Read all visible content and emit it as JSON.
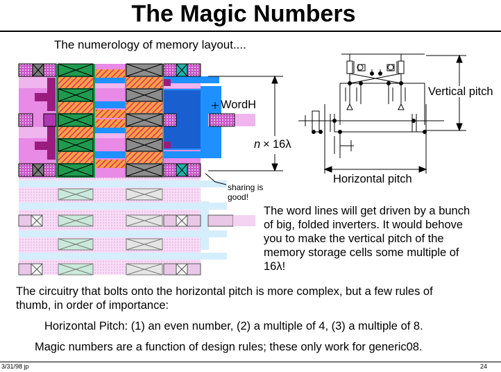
{
  "slide": {
    "title": "The Magic Numbers",
    "subtitle": "The numerology of memory layout....",
    "labels": {
      "word_h": "WordH",
      "n_times": "n",
      "times_sign": "×",
      "sixteen_lambda": "16λ",
      "vertical_pitch": "Vertical pitch",
      "horizontal_pitch": "Horizontal pitch",
      "sharing_1": "sharing is",
      "sharing_2": "good!"
    },
    "body": {
      "word_lines": [
        "The word lines will get driven by a bunch",
        "of big, folded inverters.  It would behove",
        "you to make the vertical pitch of the",
        "memory storage cells some multiple of",
        "16λ!"
      ],
      "circuitry": [
        "The circuitry that bolts onto the horizontal pitch is more complex, but a few rules of",
        "thumb, in order of importance:"
      ],
      "horizontal_rule": "Horizontal Pitch:  (1) an even number, (2) a multiple of 4, (3) a multiple of 8.",
      "magic_rule": "Magic numbers are a function of design rules; these only work for generic08."
    },
    "footer": {
      "date": "3/31/98  jp",
      "page": "24"
    }
  },
  "colors": {
    "magenta": "#d53fd5",
    "blue": "#1e90ff",
    "green": "#1f9a4e",
    "red": "#e0304e",
    "gray": "#8c8c8c",
    "teal": "#20b2aa"
  }
}
